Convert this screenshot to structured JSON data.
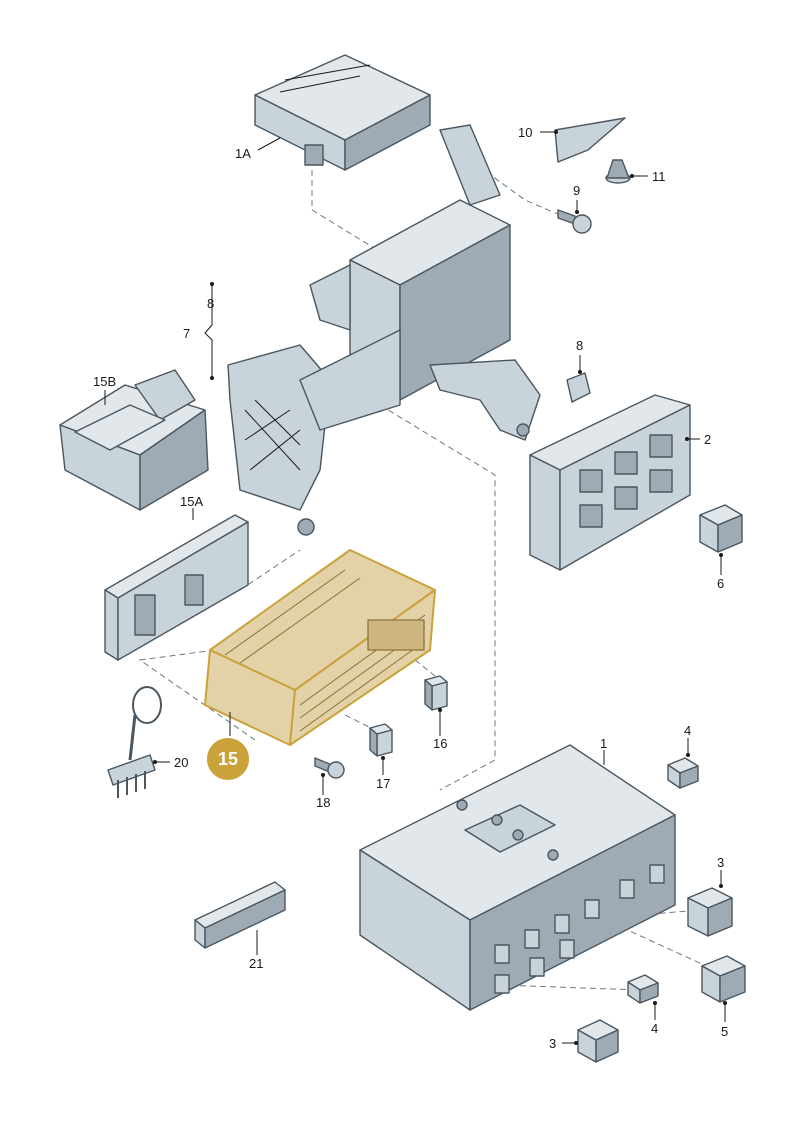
{
  "diagram": {
    "highlight_color": "#c9a23a",
    "part_color": "#c9d3da",
    "highlighted_part": "15",
    "callouts": [
      {
        "id": "c-1A",
        "text": "1A"
      },
      {
        "id": "c-10",
        "text": "10"
      },
      {
        "id": "c-11",
        "text": "11"
      },
      {
        "id": "c-9",
        "text": "9"
      },
      {
        "id": "c-8a",
        "text": "8"
      },
      {
        "id": "c-7",
        "text": "7"
      },
      {
        "id": "c-8b",
        "text": "8"
      },
      {
        "id": "c-15B",
        "text": "15B"
      },
      {
        "id": "c-2",
        "text": "2"
      },
      {
        "id": "c-15A",
        "text": "15A"
      },
      {
        "id": "c-6",
        "text": "6"
      },
      {
        "id": "c-16",
        "text": "16"
      },
      {
        "id": "c-20",
        "text": "20"
      },
      {
        "id": "c-17",
        "text": "17"
      },
      {
        "id": "c-18",
        "text": "18"
      },
      {
        "id": "c-1",
        "text": "1"
      },
      {
        "id": "c-4a",
        "text": "4"
      },
      {
        "id": "c-3a",
        "text": "3"
      },
      {
        "id": "c-21",
        "text": "21"
      },
      {
        "id": "c-4b",
        "text": "4"
      },
      {
        "id": "c-5",
        "text": "5"
      },
      {
        "id": "c-3b",
        "text": "3"
      }
    ],
    "badge": {
      "text": "15"
    }
  }
}
